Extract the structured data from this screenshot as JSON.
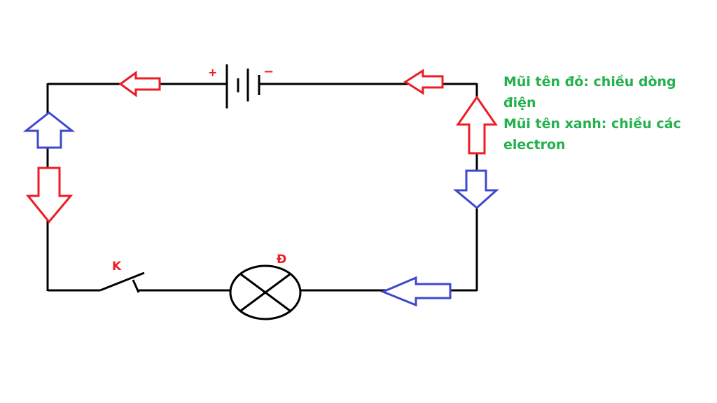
{
  "battery": {
    "plus": "+",
    "minus": "−"
  },
  "switch": {
    "label": "K"
  },
  "lamp": {
    "label": "Đ"
  },
  "legend": {
    "red": "Mũi tên đỏ: chiều dòng điện",
    "blue": "Mũi tên xanh: chiều các electron"
  },
  "colors": {
    "current": "#ed1c24",
    "electron": "#3f48cc",
    "legend_text": "#22b14c",
    "wire": "#000000"
  }
}
